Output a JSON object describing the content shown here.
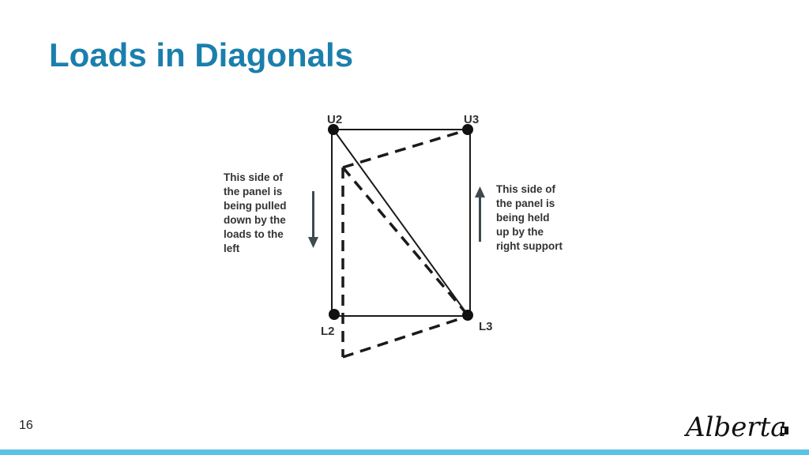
{
  "slide": {
    "title": "Loads in Diagonals",
    "page_number": "16"
  },
  "diagram": {
    "nodes": {
      "u2": "U2",
      "u3": "U3",
      "l2": "L2",
      "l3": "L3"
    },
    "left_note": [
      "This side of",
      "the panel is",
      "being pulled",
      "down by the",
      "loads to the",
      "left"
    ],
    "right_note": [
      "This side of",
      "the panel is",
      "being held",
      "up by the",
      "right support"
    ],
    "left_arrow_direction": "down",
    "right_arrow_direction": "up",
    "colors": {
      "members": "#1a1a1a",
      "arrow": "#3f4a4f",
      "title": "#1a7fad",
      "bottom_bar": "#5bc2e7"
    }
  },
  "branding": {
    "logo_text": "Alberta"
  }
}
